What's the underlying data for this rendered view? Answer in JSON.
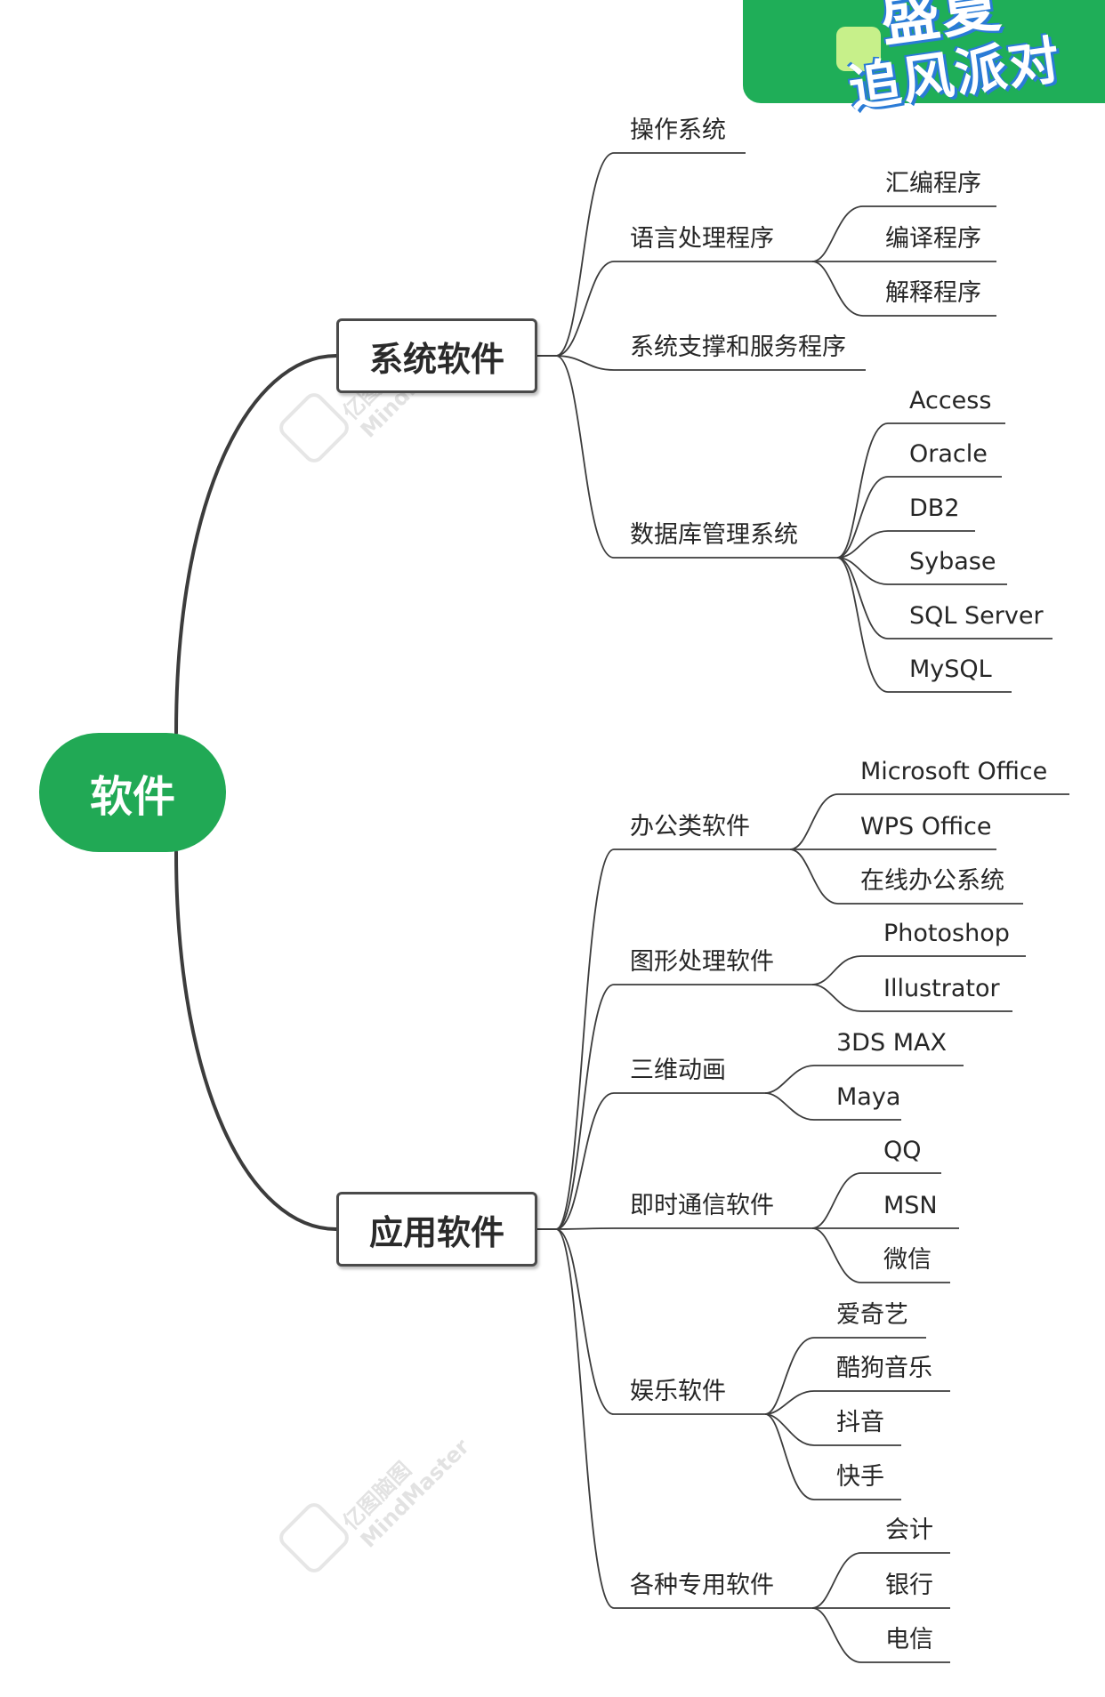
{
  "root": {
    "label": "软件"
  },
  "promo": {
    "text_line1": "盛夏",
    "text_line2": "追风派对",
    "logo": "app-logo-icon"
  },
  "watermark": {
    "line1": "亿图脑图",
    "line2": "MindMaster"
  },
  "system": {
    "label": "系统软件",
    "children": {
      "os": "操作系统",
      "lang": "语言处理程序",
      "lang_items": [
        "汇编程序",
        "编译程序",
        "解释程序"
      ],
      "support": "系统支撑和服务程序",
      "db": "数据库管理系统",
      "db_items": [
        "Access",
        "Oracle",
        "DB2",
        "Sybase",
        "SQL Server",
        "MySQL"
      ]
    }
  },
  "app": {
    "label": "应用软件",
    "children": {
      "office": "办公类软件",
      "office_items": [
        "Microsoft Office",
        "WPS Office",
        "在线办公系统"
      ],
      "graphics": "图形处理软件",
      "graphics_items": [
        "Photoshop",
        "Illustrator"
      ],
      "anim": "三维动画",
      "anim_items": [
        "3DS MAX",
        "Maya"
      ],
      "im": "即时通信软件",
      "im_items": [
        "QQ",
        "MSN",
        "微信"
      ],
      "ent": "娱乐软件",
      "ent_items": [
        "爱奇艺",
        "酷狗音乐",
        "抖音",
        "快手"
      ],
      "special": "各种专用软件",
      "special_items": [
        "会计",
        "银行",
        "电信"
      ]
    }
  }
}
